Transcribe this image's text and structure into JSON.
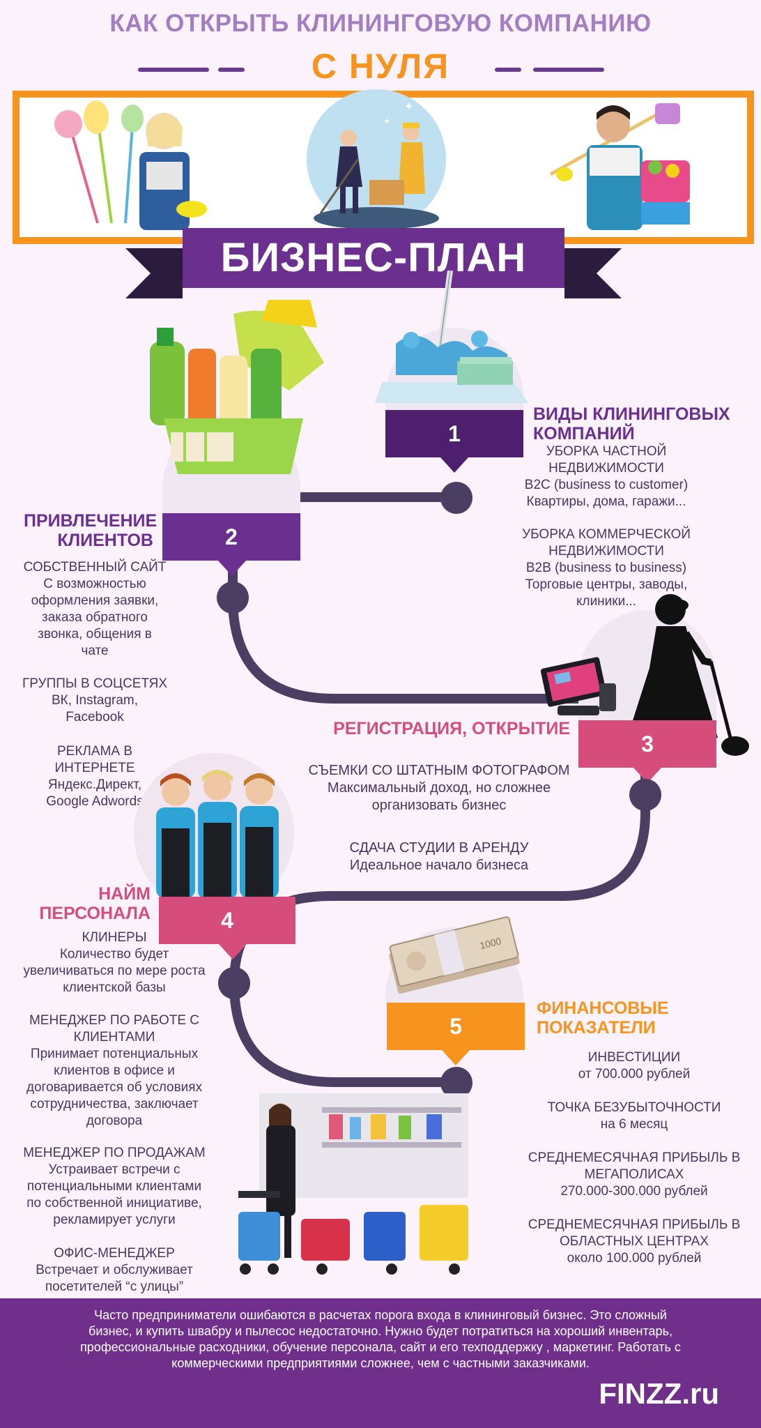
{
  "header": {
    "title": "КАК ОТКРЫТЬ КЛИНИНГОВУЮ КОМПАНИЮ",
    "subtitle": "С НУЛЯ",
    "banner": "БИЗНЕС-ПЛАН"
  },
  "colors": {
    "purple": "#6b2f8f",
    "orange": "#f7941d",
    "pink": "#d64d7c",
    "path": "#4a3f63",
    "background": "#fbf2fb"
  },
  "steps": {
    "s1": {
      "number": "1",
      "title_l1": "ВИДЫ КЛИНИНГОВЫХ",
      "title_l2": "КОМПАНИЙ"
    },
    "s2": {
      "number": "2",
      "title_l1": "ПРИВЛЕЧЕНИЕ",
      "title_l2": "КЛИЕНТОВ"
    },
    "s3": {
      "number": "3",
      "title": "РЕГИСТРАЦИЯ, ОТКРЫТИЕ"
    },
    "s4": {
      "number": "4",
      "title_l1": "НАЙМ",
      "title_l2": "ПЕРСОНАЛА"
    },
    "s5": {
      "number": "5",
      "title_l1": "ФИНАНСОВЫЕ",
      "title_l2": "ПОКАЗАТЕЛИ"
    }
  },
  "step1_text": {
    "a1": "УБОРКА ЧАСТНОЙ",
    "a2": "НЕДВИЖИМОСТИ",
    "a3": "B2C (business to customer)",
    "a4": "Квартиры, дома, гаражи...",
    "b1": "УБОРКА КОММЕРЧЕСКОЙ",
    "b2": "НЕДВИЖИМОСТИ",
    "b3": "B2B (business to business)",
    "b4": "Торговые центры, заводы,",
    "b5": "клиники..."
  },
  "step2_text": {
    "a1": "СОБСТВЕННЫЙ САЙТ",
    "a2": "С возможностью",
    "a3": "оформления заявки,",
    "a4": "заказа обратного",
    "a5": "звонка, общения в",
    "a6": "чате",
    "b1": "ГРУППЫ В СОЦСЕТЯХ",
    "b2": "ВК, Instagram,",
    "b3": "Facebook",
    "c1": "РЕКЛАМА В",
    "c2": "ИНТЕРНЕТЕ",
    "c3": "Яндекс.Директ,",
    "c4": "Google Adwords"
  },
  "step3_text": {
    "a1": "СЪЕМКИ СО ШТАТНЫМ ФОТОГРАФОМ",
    "a2": "Максимальный доход, но сложнее",
    "a3": "организовать бизнес",
    "b1": "СДАЧА СТУДИИ В АРЕНДУ",
    "b2": "Идеальное начало бизнеса"
  },
  "step4_text": {
    "a1": "КЛИНЕРЫ",
    "a2": "Количество будет",
    "a3": "увеличиваться по мере роста",
    "a4": "клиентской базы",
    "b1": "МЕНЕДЖЕР ПО РАБОТЕ С",
    "b2": "КЛИЕНТАМИ",
    "b3": "Принимает потенциальных",
    "b4": "клиентов в офисе и",
    "b5": "договаривается об условиях",
    "b6": "сотрудничества, заключает",
    "b7": "договора",
    "c1": "МЕНЕДЖЕР ПО ПРОДАЖАМ",
    "c2": "Устраивает встречи с",
    "c3": "потенциальными клиентами",
    "c4": "по собственной инициативе,",
    "c5": "рекламирует услуги",
    "d1": "ОФИС-МЕНЕДЖЕР",
    "d2": "Встречает и обслуживает",
    "d3": "посетителей “с улицы”"
  },
  "step5_text": {
    "a1": "ИНВЕСТИЦИИ",
    "a2": "от 700.000 рублей",
    "b1": "ТОЧКА  БЕЗУБЫТОЧНОСТИ",
    "b2": "на 6 месяц",
    "c1": "СРЕДНЕМЕСЯЧНАЯ ПРИБЫЛЬ В",
    "c2": "МЕГАПОЛИСАХ",
    "c3": "270.000-300.000 рублей",
    "d1": "СРЕДНЕМЕСЯЧНАЯ ПРИБЫЛЬ В",
    "d2": "ОБЛАСТНЫХ ЦЕНТРАХ",
    "d3": "около 100.000 рублей"
  },
  "footer": {
    "l1": "Часто  предприниматели ошибаются в расчетах порога входа в клининговый бизнес. Это сложный",
    "l2": "бизнес, и купить швабру и пылесос недостаточно. Нужно будет  потратиться на хороший инвентарь,",
    "l3": "профессиональные расходники, обучение персонала, сайт и его техподдержку , маркетинг. Работать с",
    "l4": "коммерческими  предприятиями сложнее, чем с частными  заказчиками.",
    "brand": "FINZZ.ru"
  },
  "illustrations": {
    "header_left": "cleaner-woman-with-brooms",
    "header_center": "cleaning-crew-circle",
    "header_right": "cleaner-man-with-supplies",
    "step1": "mop-icon",
    "step2": "supplies-basket-icon",
    "step3": "cleaner-silhouette-and-terminal",
    "step4": "team-photo",
    "step5": "money-stack-icon",
    "bottom": "office-with-equipment-photo"
  }
}
